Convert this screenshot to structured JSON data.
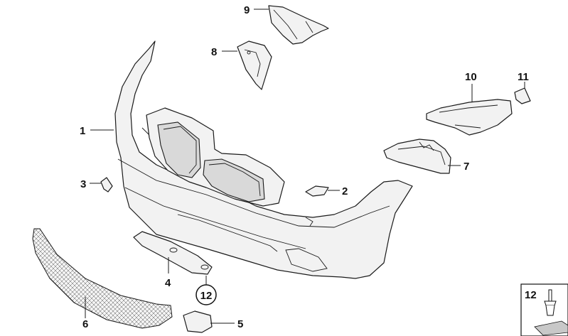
{
  "callouts": [
    {
      "id": "1",
      "label": "1"
    },
    {
      "id": "2",
      "label": "2"
    },
    {
      "id": "3",
      "label": "3"
    },
    {
      "id": "4",
      "label": "4"
    },
    {
      "id": "5",
      "label": "5"
    },
    {
      "id": "6",
      "label": "6"
    },
    {
      "id": "7",
      "label": "7"
    },
    {
      "id": "8",
      "label": "8"
    },
    {
      "id": "9",
      "label": "9"
    },
    {
      "id": "10",
      "label": "10"
    },
    {
      "id": "11",
      "label": "11"
    },
    {
      "id": "12",
      "label": "12"
    }
  ],
  "inset": {
    "label": "12"
  }
}
